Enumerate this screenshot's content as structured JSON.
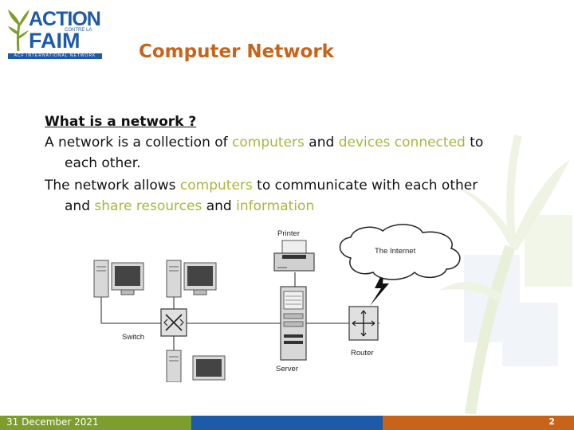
{
  "logo": {
    "line1": "ACTION",
    "line2": "FAIM",
    "contre": "CONTRE LA",
    "network": "ACF INTERNATIONAL NETWORK"
  },
  "title": "Computer Network",
  "question": "What is a network ?",
  "para1": {
    "t1": "A network is a collection of ",
    "h1": "computers",
    "t2": " and ",
    "h2": "devices",
    "t3": " ",
    "h3": "connected",
    "t4": " to each other."
  },
  "para2": {
    "t1": "The network allows ",
    "h1": "computers",
    "t2": " to communicate with each other and ",
    "h2": "share resources",
    "t3": " and ",
    "h3": "information"
  },
  "diagram": {
    "printer": "Printer",
    "internet": "The Internet",
    "switch": "Switch",
    "router": "Router",
    "server": "Server"
  },
  "footer": {
    "date": "31 December 2021",
    "page": "2"
  },
  "colors": {
    "accent_orange": "#c8641a",
    "accent_green": "#a9b73a",
    "brand_blue": "#1d5aa8",
    "footer_green": "#7d9d2c"
  }
}
